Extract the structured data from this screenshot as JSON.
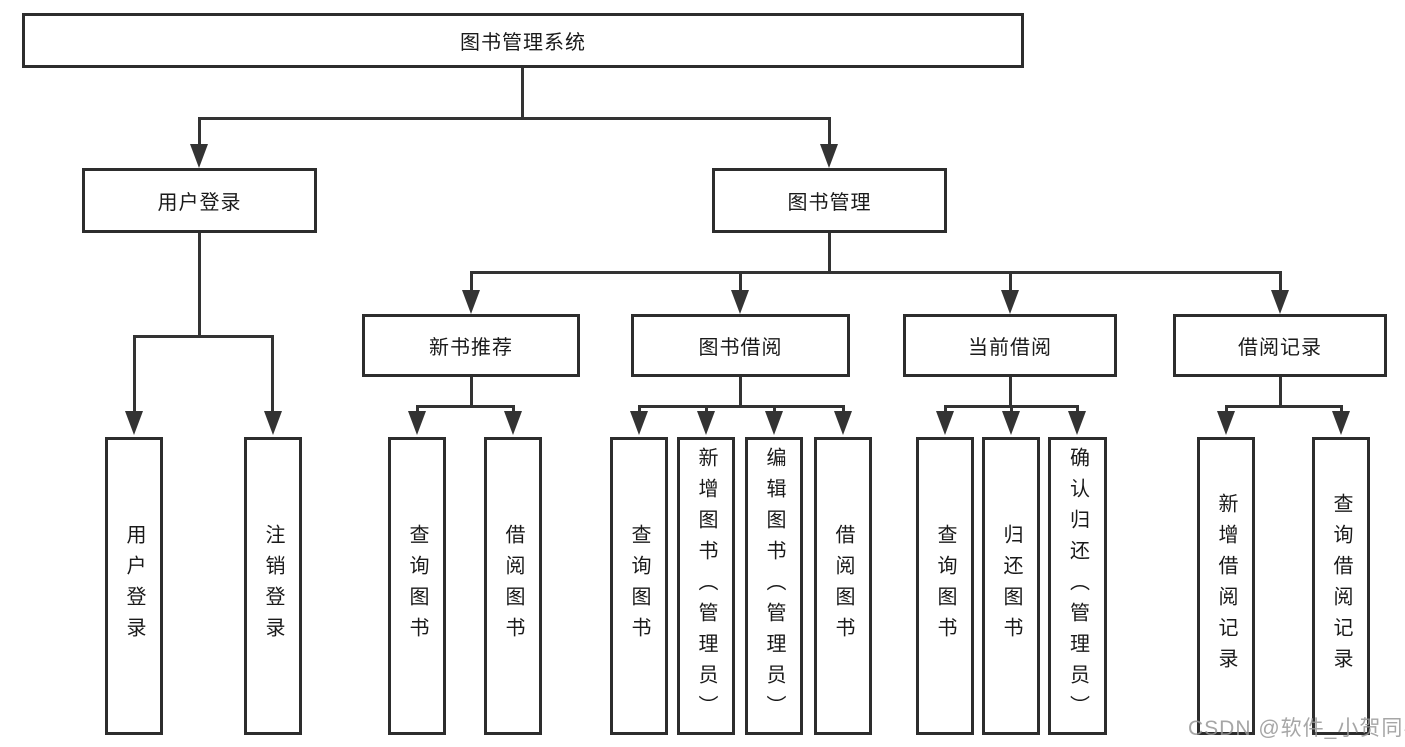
{
  "diagram_type": "functional-structure-tree",
  "tree": {
    "label": "图书管理系统",
    "children": [
      {
        "label": "用户登录",
        "children": [
          {
            "label": "用户登录"
          },
          {
            "label": "注销登录"
          }
        ]
      },
      {
        "label": "图书管理",
        "children": [
          {
            "label": "新书推荐",
            "children": [
              {
                "label": "查询图书"
              },
              {
                "label": "借阅图书"
              }
            ]
          },
          {
            "label": "图书借阅",
            "children": [
              {
                "label": "查询图书"
              },
              {
                "label": "新增图书（管理员）"
              },
              {
                "label": "编辑图书（管理员）"
              },
              {
                "label": "借阅图书"
              }
            ]
          },
          {
            "label": "当前借阅",
            "children": [
              {
                "label": "查询图书"
              },
              {
                "label": "归还图书"
              },
              {
                "label": "确认归还（管理员）"
              }
            ]
          },
          {
            "label": "借阅记录",
            "children": [
              {
                "label": "新增借阅记录"
              },
              {
                "label": "查询借阅记录"
              }
            ]
          }
        ]
      }
    ]
  },
  "watermark": {
    "text": "CSDN @软件_小贺同学"
  },
  "colors": {
    "background": "#ffffff",
    "box_border": "#2d2d2d",
    "connector_line": "#333333",
    "text": "#1a1a1a",
    "watermark": "#969696"
  }
}
